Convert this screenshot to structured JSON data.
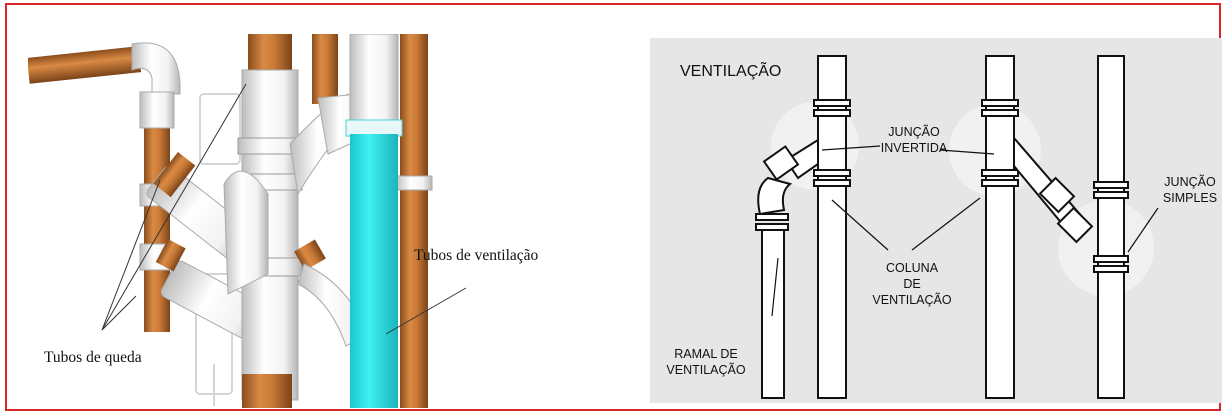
{
  "left_panel": {
    "label_fall_pipes": "Tubos de queda",
    "label_vent_pipes": "Tubos de ventilação"
  },
  "right_panel": {
    "title": "VENTILAÇÃO",
    "label_inverted_junction_line1": "JUNÇÃO",
    "label_inverted_junction_line2": "INVERTIDA",
    "label_simple_junction_line1": "JUNÇÃO",
    "label_simple_junction_line2": "SIMPLES",
    "label_column_line1": "COLUNA",
    "label_column_line2": "DE",
    "label_column_line3": "VENTILAÇÃO",
    "label_branch_line1": "RAMAL DE",
    "label_branch_line2": "VENTILAÇÃO"
  },
  "colors": {
    "frame_border": "#d9262a",
    "copper_pipe": "#c97a36",
    "vent_pipe": "#2fe3e6",
    "right_background": "#e6e6e6"
  }
}
